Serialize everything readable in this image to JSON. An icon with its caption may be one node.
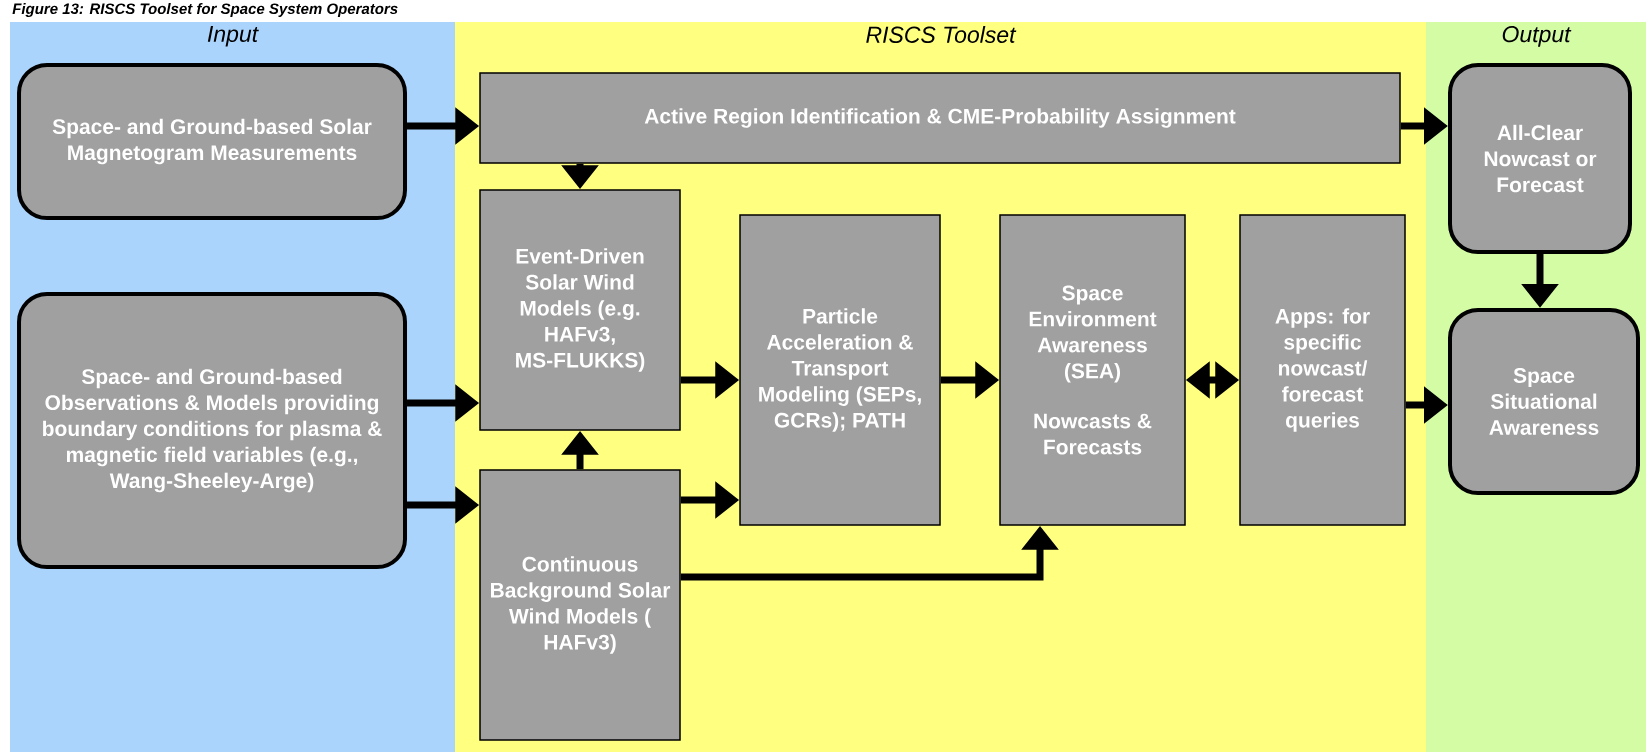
{
  "diagram": {
    "title": "Figure 13: RISCS Toolset for Space System Operators",
    "nodes": [
      {
        "text": [
          "Input"
        ]
      },
      {
        "text": [
          "RISCS Toolset"
        ]
      },
      {
        "text": [
          "Output"
        ]
      },
      {
        "text": [
          "Space- and Ground-based Solar Magnetogram Measurements"
        ],
        "in": 0
      },
      {
        "text": [
          "Space- and Ground-based Observations & Models providing boundary conditions for plasma & magnetic field variables (e.g., Wang-Sheeley-Arge)"
        ],
        "in": 0
      },
      {
        "text": [
          "Active Region Identification & CME-Probability Assignment"
        ],
        "in": 1
      },
      {
        "text": [
          "Event-Driven Solar Wind Models (e.g. HAFv3, MS-FLUKKS)"
        ],
        "in": 1
      },
      {
        "text": [
          "Continuous Background Solar Wind Models ( HAFv3)"
        ],
        "in": 1
      },
      {
        "text": [
          "Particle Acceleration & Transport Modeling (SEPs, GCRs); PATH"
        ],
        "in": 1
      },
      {
        "text": [
          "Space Environment Awareness (SEA)",
          "Nowcasts & Forecasts"
        ],
        "in": 1
      },
      {
        "text": [
          "Apps: for specific nowcast/ forecast queries"
        ],
        "in": 1
      },
      {
        "text": [
          "All-Clear Nowcast or Forecast"
        ],
        "in": 2
      },
      {
        "text": [
          "Space Situational Awareness"
        ],
        "in": 2
      }
    ],
    "edges": [
      {
        "from": 3,
        "to": 5,
        "arrow": "to"
      },
      {
        "from": 5,
        "to": 6,
        "arrow": "to"
      },
      {
        "from": 4,
        "to": 6,
        "arrow": "to"
      },
      {
        "from": 4,
        "to": 7,
        "arrow": "to"
      },
      {
        "from": 7,
        "to": 6,
        "arrow": "to"
      },
      {
        "from": 6,
        "to": 8,
        "arrow": "to"
      },
      {
        "from": 7,
        "to": 8,
        "arrow": "to"
      },
      {
        "from": 7,
        "to": 9,
        "arrow": "to"
      },
      {
        "from": 8,
        "to": 9,
        "arrow": "to"
      },
      {
        "from": 9,
        "to": 10,
        "arrow": "both"
      },
      {
        "from": 5,
        "to": 11,
        "arrow": "to"
      },
      {
        "from": 11,
        "to": 12,
        "arrow": "to"
      },
      {
        "from": 10,
        "to": 12,
        "arrow": "to"
      }
    ]
  }
}
